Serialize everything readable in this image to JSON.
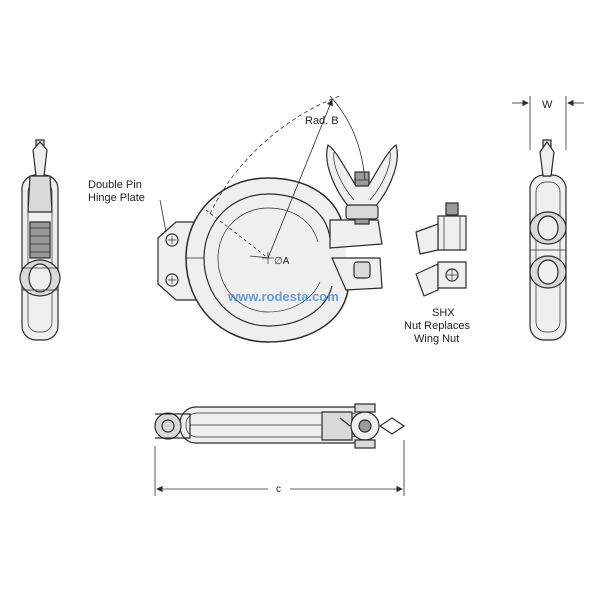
{
  "labels": {
    "rad": "Rad. B",
    "double_pin_line1": "Double Pin",
    "double_pin_line2": "Hinge Plate",
    "dia": "∅A",
    "shx_line1": "SHX",
    "shx_line2": "Nut Replaces",
    "shx_line3": "Wing Nut",
    "width": "W",
    "length": "c"
  },
  "watermark": "www.rodesta.com",
  "colors": {
    "line": "#2b2b2b",
    "watermark": "#3d7fd0",
    "fill_light": "#efefef",
    "fill_mid": "#d9d9d9",
    "fill_dark": "#9a9a9a"
  }
}
